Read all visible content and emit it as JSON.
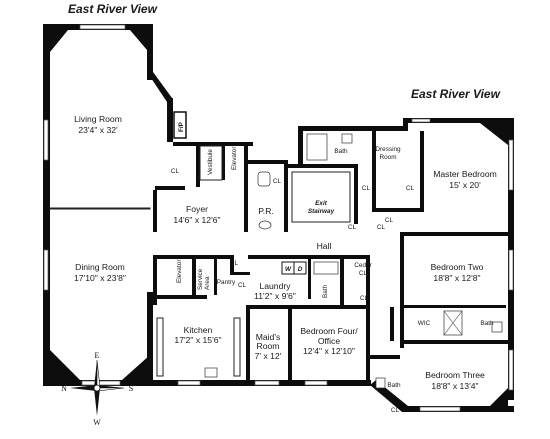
{
  "views": {
    "top_left": "East River View",
    "right": "East River View"
  },
  "rooms": {
    "living_room": {
      "name": "Living Room",
      "dims": "23'4\" x 32'"
    },
    "dining_room": {
      "name": "Dining Room",
      "dims": "17'10\" x 23'8\""
    },
    "foyer": {
      "name": "Foyer",
      "dims": "14'6\" x 12'6\""
    },
    "kitchen": {
      "name": "Kitchen",
      "dims": "17'2\" x 15'6\""
    },
    "maids_room": {
      "name": "Maid's",
      "name2": "Room",
      "dims": "7' x 12'"
    },
    "laundry": {
      "name": "Laundry",
      "dims": "11'2\" x 9'6\""
    },
    "bedroom_four": {
      "name": "Bedroom Four/",
      "name2": "Office",
      "dims": "12'4\" x 12'10\""
    },
    "master_bedroom": {
      "name": "Master Bedroom",
      "dims": "15' x 20'"
    },
    "bedroom_two": {
      "name": "Bedroom Two",
      "dims": "18'8\" x 12'8\""
    },
    "bedroom_three": {
      "name": "Bedroom Three",
      "dims": "18'8\" x 13'4\""
    }
  },
  "labels": {
    "fp": "F/P",
    "vestibule": "Vestibule",
    "elevator_top": "Elevator",
    "elevator_left": "Elevator",
    "service_area": "Service",
    "service_area2": "Area",
    "pantry": "Pantry",
    "pr": "P.R.",
    "exit_stairway": "Exit",
    "exit_stairway2": "Stairway",
    "hall": "Hall",
    "bath_top": "Bath",
    "dressing_room": "Dressing",
    "dressing_room2": "Room",
    "ceder_cl": "Ceder",
    "ceder_cl2": "CL",
    "bath_laundry": "Bath",
    "wic": "WIC",
    "bath_bed2": "Bath",
    "bath_bed3": "Bath",
    "w": "W",
    "d": "D",
    "cl": "CL"
  },
  "compass": {
    "n": "N",
    "s": "S",
    "e": "E",
    "w": "W"
  }
}
